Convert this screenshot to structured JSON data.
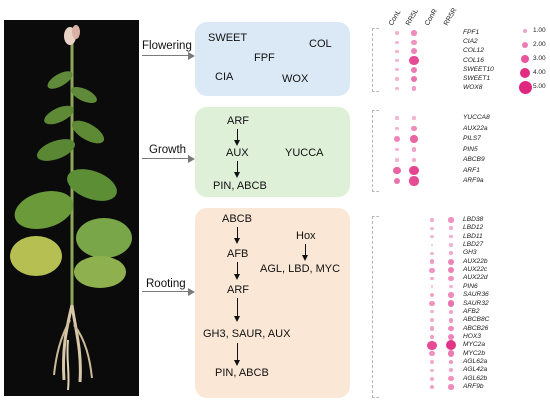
{
  "colors": {
    "dot": "#e0277f",
    "flower_panel": "#dbe9f7",
    "growth_panel": "#dff0d8",
    "root_panel": "#fbe7d6"
  },
  "sections": {
    "flowering": {
      "label": "Flowering"
    },
    "growth": {
      "label": "Growth"
    },
    "rooting": {
      "label": "Rooting"
    }
  },
  "flowering_terms": [
    "SWEET",
    "FPF",
    "COL",
    "CIA",
    "WOX"
  ],
  "growth_terms": {
    "top": "ARF",
    "mid": "AUX",
    "bottom": "PIN, ABCB",
    "side": "YUCCA"
  },
  "rooting_terms": {
    "chain": [
      "ABCB",
      "AFB",
      "ARF",
      "GH3, SAUR, AUX",
      "PIN, ABCB"
    ],
    "hox": "Hox",
    "hox_targets": "AGL, LBD, MYC"
  },
  "columns_top": [
    "ConL",
    "RR5L"
  ],
  "columns_root": [
    "ConR",
    "RR5R"
  ],
  "legend": [
    {
      "label": "1.00",
      "size": 1.0
    },
    {
      "label": "2.00",
      "size": 2.0
    },
    {
      "label": "3.00",
      "size": 3.0
    },
    {
      "label": "4.00",
      "size": 4.0
    },
    {
      "label": "5.00",
      "size": 5.0
    }
  ],
  "flowering_genes": [
    {
      "name": "FPF1",
      "values": [
        0.6,
        1.6
      ]
    },
    {
      "name": "CIA2",
      "values": [
        0.5,
        1.4
      ]
    },
    {
      "name": "COL12",
      "values": [
        0.6,
        1.8
      ]
    },
    {
      "name": "COL16",
      "values": [
        0.5,
        3.2
      ]
    },
    {
      "name": "SWEET10",
      "values": [
        0.5,
        2.0
      ]
    },
    {
      "name": "SWEET1",
      "values": [
        0.5,
        2.2
      ]
    },
    {
      "name": "WOX8",
      "values": [
        0.5,
        1.2
      ]
    }
  ],
  "growth_genes": [
    {
      "name": "YUCCA8",
      "values": [
        0.5,
        0.6
      ]
    },
    {
      "name": "AUX22a",
      "values": [
        0.6,
        1.6
      ]
    },
    {
      "name": "PILS7",
      "values": [
        1.8,
        2.6
      ]
    },
    {
      "name": "PIN5",
      "values": [
        0.6,
        1.0
      ]
    },
    {
      "name": "ABCB9",
      "values": [
        0.5,
        0.8
      ]
    },
    {
      "name": "ARF1",
      "values": [
        2.6,
        3.4
      ]
    },
    {
      "name": "ARF9a",
      "values": [
        2.2,
        3.2
      ]
    }
  ],
  "rooting_genes": [
    {
      "name": "LBD38",
      "values": [
        0.8,
        1.4
      ]
    },
    {
      "name": "LBD12",
      "values": [
        0.5,
        0.8
      ]
    },
    {
      "name": "LBD11",
      "values": [
        0.5,
        0.7
      ]
    },
    {
      "name": "LBD27",
      "values": [
        0.4,
        0.6
      ]
    },
    {
      "name": "GH3",
      "values": [
        0.5,
        0.9
      ]
    },
    {
      "name": "AUX22b",
      "values": [
        1.2,
        1.8
      ]
    },
    {
      "name": "AUX22c",
      "values": [
        1.4,
        1.9
      ]
    },
    {
      "name": "AUX22d",
      "values": [
        0.8,
        1.4
      ]
    },
    {
      "name": "PIN6",
      "values": [
        0.4,
        0.6
      ]
    },
    {
      "name": "SAUR36",
      "values": [
        1.0,
        1.6
      ]
    },
    {
      "name": "SAUR32",
      "values": [
        1.4,
        2.2
      ]
    },
    {
      "name": "AFB2",
      "values": [
        0.5,
        1.0
      ]
    },
    {
      "name": "ABCB8C",
      "values": [
        0.8,
        1.3
      ]
    },
    {
      "name": "ABCB26",
      "values": [
        1.0,
        1.6
      ]
    },
    {
      "name": "HOX3",
      "values": [
        1.2,
        1.8
      ]
    },
    {
      "name": "MYC2a",
      "values": [
        3.2,
        3.8
      ]
    },
    {
      "name": "MYC2b",
      "values": [
        1.4,
        2.0
      ]
    },
    {
      "name": "AGL62a",
      "values": [
        0.8,
        1.3
      ]
    },
    {
      "name": "AGL42a",
      "values": [
        0.6,
        1.0
      ]
    },
    {
      "name": "AGL62b",
      "values": [
        0.8,
        1.4
      ]
    },
    {
      "name": "ARF9b",
      "values": [
        1.0,
        1.6
      ]
    }
  ]
}
